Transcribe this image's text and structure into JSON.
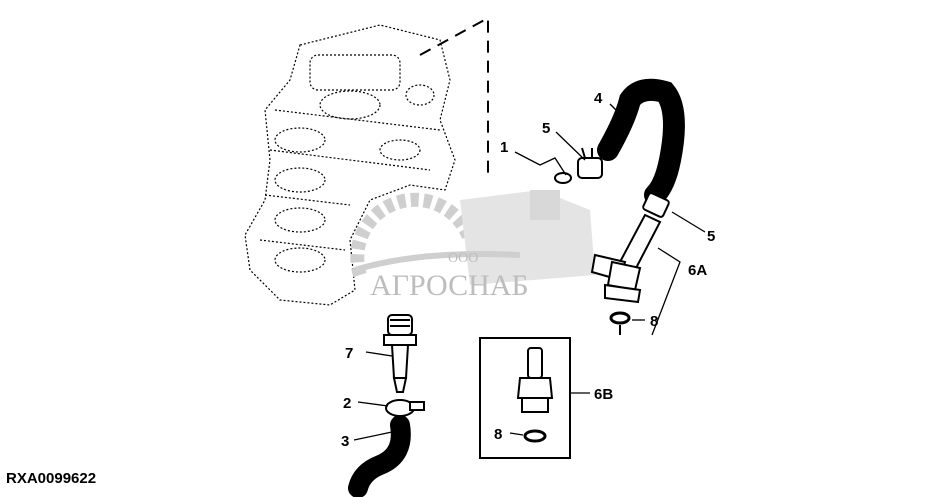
{
  "figure_code": "RXA0099622",
  "watermark": {
    "prefix": "ООО",
    "name": "АГРОСНАБ"
  },
  "callouts": [
    "1",
    "2",
    "3",
    "4",
    "5",
    "5",
    "6A",
    "6B",
    "7",
    "8",
    "8"
  ],
  "colors": {
    "line": "#000000",
    "watermark": "#bdbdbd",
    "background": "#ffffff"
  }
}
